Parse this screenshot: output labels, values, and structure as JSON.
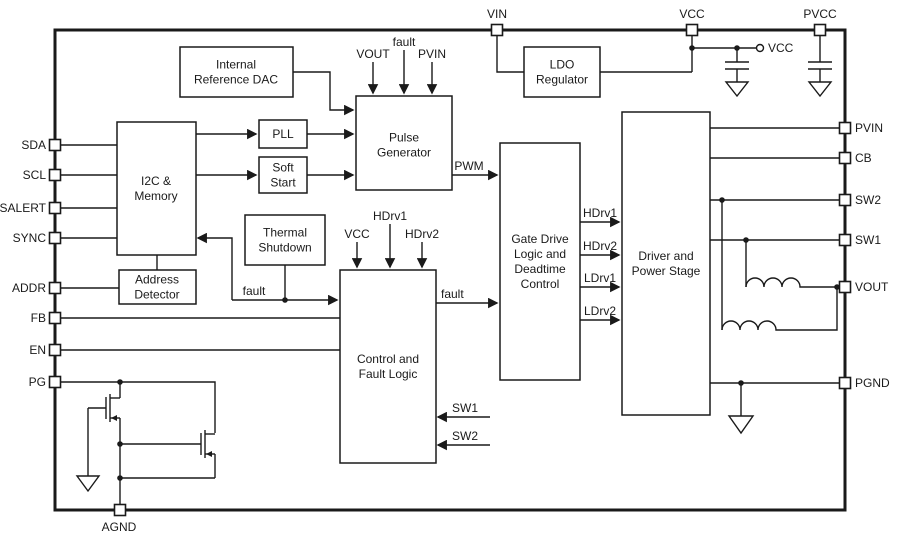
{
  "pins": {
    "top": [
      "VIN",
      "VCC",
      "PVCC"
    ],
    "left": [
      "SDA",
      "SCL",
      "SALERT",
      "SYNC",
      "ADDR",
      "FB",
      "EN",
      "PG"
    ],
    "right": [
      "PVIN",
      "CB",
      "SW2",
      "SW1",
      "VOUT",
      "PGND"
    ],
    "bottom": [
      "AGND"
    ]
  },
  "blocks": {
    "internal_reference_dac": [
      "Internal",
      "Reference DAC"
    ],
    "ldo_regulator": [
      "LDO",
      "Regulator"
    ],
    "pulse_generator": [
      "Pulse",
      "Generator"
    ],
    "i2c_memory": [
      "I2C &",
      "Memory"
    ],
    "pll": [
      "PLL"
    ],
    "soft_start": [
      "Soft",
      "Start"
    ],
    "thermal_shutdown": [
      "Thermal",
      "Shutdown"
    ],
    "address_detector": [
      "Address",
      "Detector"
    ],
    "control_fault_logic": [
      "Control and",
      "Fault Logic"
    ],
    "gate_drive_logic": [
      "Gate Drive",
      "Logic and",
      "Deadtime",
      "Control"
    ],
    "driver_power_stage": [
      "Driver and",
      "Power Stage"
    ]
  },
  "signals": {
    "vcc_terminal": "VCC",
    "pg_in_vout": "VOUT",
    "pg_in_fault": "fault",
    "pg_in_pvin": "PVIN",
    "pwm": "PWM",
    "fault_to_control": "fault",
    "fault_to_gate_drive": "fault",
    "ctrl_in_vcc": "VCC",
    "ctrl_in_hdrv1": "HDrv1",
    "ctrl_in_hdrv2": "HDrv2",
    "out_hdrv1": "HDrv1",
    "out_hdrv2": "HDrv2",
    "out_ldrv1": "LDrv1",
    "out_ldrv2": "LDrv2",
    "sw1": "SW1",
    "sw2": "SW2"
  },
  "colors": {
    "line": "#1a1a1a",
    "background": "#ffffff"
  }
}
